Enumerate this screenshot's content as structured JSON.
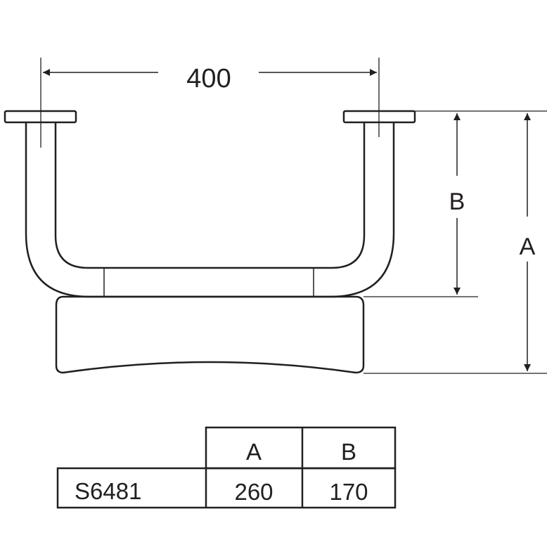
{
  "drawing": {
    "width_label": "400",
    "height_b_label": "B",
    "height_a_label": "A"
  },
  "spec_table": {
    "header_a": "A",
    "header_b": "B",
    "rows": [
      {
        "model": "S6481",
        "a": "260",
        "b": "170"
      }
    ]
  },
  "colors": {
    "line": "#231f20",
    "background": "#ffffff"
  }
}
